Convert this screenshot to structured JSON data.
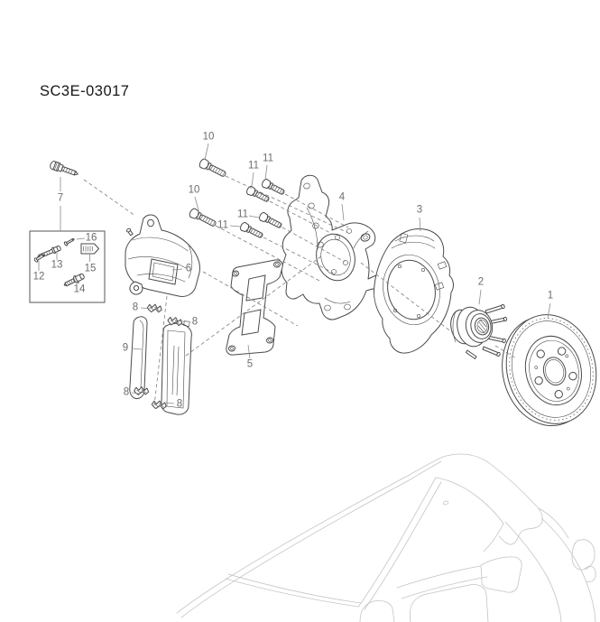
{
  "title": "SC3E-03017",
  "callouts": [
    {
      "label": "1"
    },
    {
      "label": "2"
    },
    {
      "label": "3"
    },
    {
      "label": "4"
    },
    {
      "label": "5"
    },
    {
      "label": "6"
    },
    {
      "label": "7"
    },
    {
      "label": "8"
    },
    {
      "label": "8"
    },
    {
      "label": "8"
    },
    {
      "label": "8"
    },
    {
      "label": "9"
    },
    {
      "label": "10"
    },
    {
      "label": "10"
    },
    {
      "label": "11"
    },
    {
      "label": "11"
    },
    {
      "label": "11"
    },
    {
      "label": "11"
    },
    {
      "label": "12"
    },
    {
      "label": "13"
    },
    {
      "label": "14"
    },
    {
      "label": "15"
    },
    {
      "label": "16"
    }
  ],
  "colors": {
    "line": "#4a4a4a",
    "label": "#6d6d6d",
    "car-line": "#c4c4c4",
    "leader": "#8a8a8a",
    "bg": "#ffffff"
  }
}
